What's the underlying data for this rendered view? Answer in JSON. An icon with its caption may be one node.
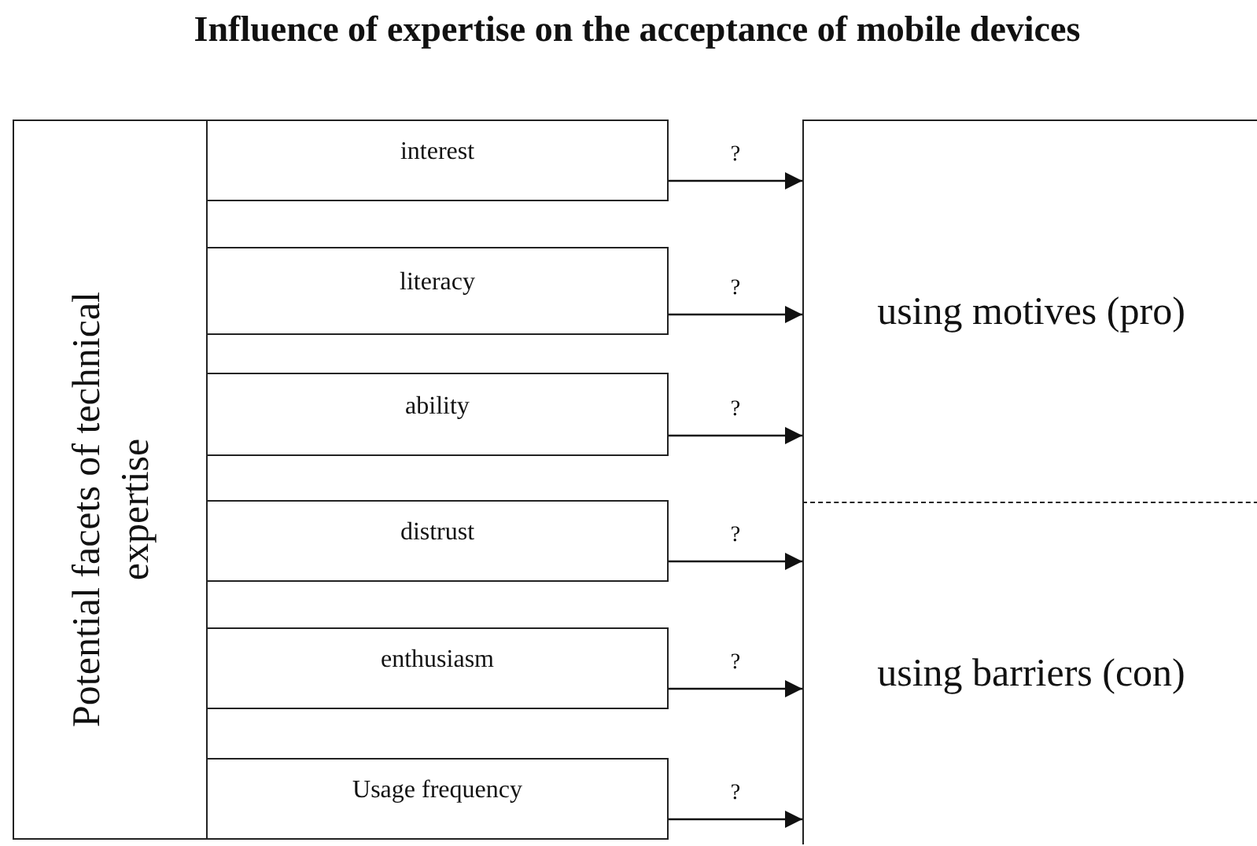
{
  "diagram": {
    "title": "Influence of expertise on the acceptance of mobile devices",
    "nodes": [
      {
        "text": [
          "Potential facets of technical expertise"
        ]
      },
      {
        "text": [
          "interest"
        ]
      },
      {
        "text": [
          "literacy"
        ]
      },
      {
        "text": [
          "ability"
        ]
      },
      {
        "text": [
          "distrust"
        ]
      },
      {
        "text": [
          "enthusiasm"
        ]
      },
      {
        "text": [
          "Usage frequency"
        ]
      },
      {
        "text": [
          "using motives (pro)"
        ]
      },
      {
        "text": [
          "using barriers (con)"
        ]
      }
    ],
    "edges": [
      {
        "from": 1,
        "to": 7,
        "arrow": "to",
        "label": "?"
      },
      {
        "from": 2,
        "to": 7,
        "arrow": "to",
        "label": "?"
      },
      {
        "from": 3,
        "to": 7,
        "arrow": "to",
        "label": "?"
      },
      {
        "from": 4,
        "to": 8,
        "arrow": "to",
        "label": "?"
      },
      {
        "from": 5,
        "to": 8,
        "arrow": "to",
        "label": "?"
      },
      {
        "from": 6,
        "to": 8,
        "arrow": "to",
        "label": "?"
      }
    ]
  }
}
